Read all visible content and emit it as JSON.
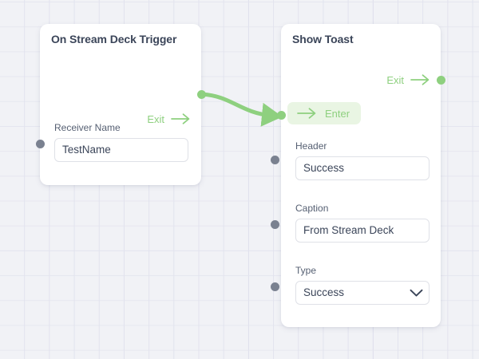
{
  "canvas": {
    "background_color": "#f1f2f6",
    "grid_minor_color": "#e3e4ef",
    "grid_major_color": "#d6d7e8"
  },
  "theme": {
    "accent_green": "#8ed07f",
    "pill_green_bg": "#e9f5e3",
    "port_gray": "#7a8190",
    "text_dark": "#3b4559",
    "label_gray": "#555f72",
    "input_border": "#dfe1e7",
    "card_bg": "#ffffff"
  },
  "nodes": [
    {
      "id": "trigger",
      "title": "On Stream Deck Trigger",
      "exit": {
        "label": "Exit",
        "icon": "arrow-right-icon"
      },
      "fields": [
        {
          "label": "Receiver Name",
          "value": "TestName",
          "type": "text",
          "placeholder": ""
        }
      ]
    },
    {
      "id": "toast",
      "title": "Show Toast",
      "exit": {
        "label": "Exit",
        "icon": "arrow-right-icon"
      },
      "enter": {
        "label": "Enter",
        "icon": "arrow-right-icon"
      },
      "fields": [
        {
          "label": "Header",
          "value": "Success",
          "type": "text",
          "placeholder": ""
        },
        {
          "label": "Caption",
          "value": "From Stream Deck",
          "type": "text",
          "placeholder": ""
        },
        {
          "label": "Type",
          "value": "Success",
          "type": "select",
          "icon": "chevron-down-icon",
          "options": [
            "Success"
          ]
        }
      ]
    }
  ],
  "connection": {
    "from_node": "trigger",
    "from_port": "Exit",
    "to_node": "toast",
    "to_port": "Enter",
    "color": "#8ed07f"
  }
}
